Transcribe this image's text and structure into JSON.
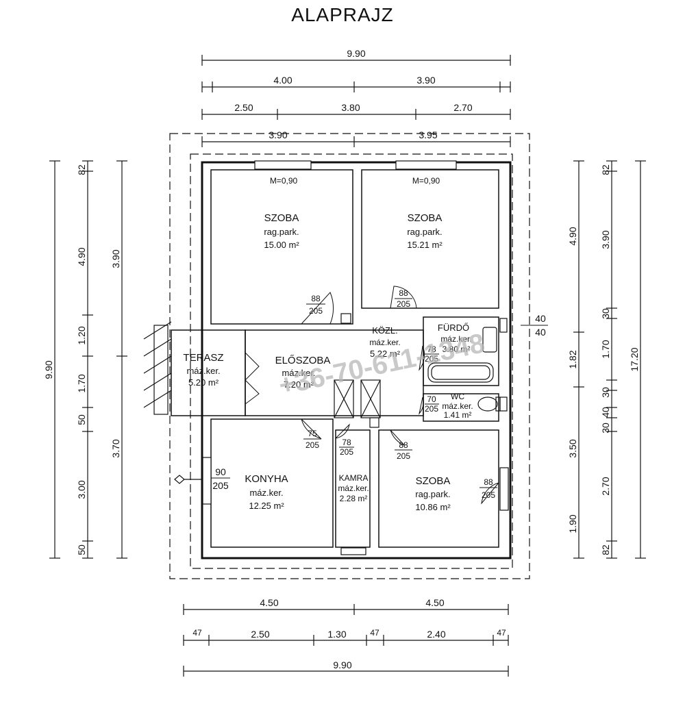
{
  "title": "ALAPRAJZ",
  "dims_top": {
    "total": "9.90",
    "row2": [
      "4.00",
      "3.90"
    ],
    "row3": [
      "2.50",
      "3.80",
      "2.70"
    ],
    "row4": [
      "3.90",
      "3.95"
    ]
  },
  "dims_left": {
    "chain": [
      "82",
      "4.90",
      "1.20",
      "1.70",
      "50",
      "3.00",
      "50"
    ],
    "mid": [
      "3.90",
      "3.70"
    ],
    "total": "9.90"
  },
  "dims_right": {
    "inner": [
      "82",
      "3.90",
      "30",
      "1.70",
      "30",
      "40",
      "30",
      "2.70",
      "82"
    ],
    "mid": [
      "4.90",
      "1.82",
      "3.50",
      "1.90"
    ],
    "total": "17.20"
  },
  "dims_bottom": {
    "row1": [
      "4.50",
      "4.50"
    ],
    "row2": [
      "47",
      "2.50",
      "1.30",
      "47",
      "2.40",
      "47"
    ],
    "total": "9.90"
  },
  "rooms": {
    "szoba1": {
      "name": "SZOBA",
      "floor": "rag.park.",
      "area": "15.00 m²",
      "window": "M=0,90"
    },
    "szoba2": {
      "name": "SZOBA",
      "floor": "rag.park.",
      "area": "15.21 m²",
      "window": "M=0,90"
    },
    "terasz": {
      "name": "TERASZ",
      "floor": "máz.ker.",
      "area": "5.20 m²"
    },
    "eloszoba": {
      "name": "ELŐSZOBA",
      "floor": "máz.ker.",
      "area": "7.20 m²"
    },
    "kozl": {
      "name": "KÖZL.",
      "floor": "máz.ker.",
      "area": "5.22 m²"
    },
    "furdo": {
      "name": "FÜRDŐ",
      "floor": "máz.ker.",
      "area": "3.80 m²"
    },
    "wc": {
      "name": "WC",
      "floor": "máz.ker.",
      "area": "1.41 m²"
    },
    "konyha": {
      "name": "KONYHA",
      "floor": "máz.ker.",
      "area": "12.25 m²"
    },
    "kamra": {
      "name": "KAMRA",
      "floor": "máz.ker.",
      "area": "2.28 m²"
    },
    "szoba3": {
      "name": "SZOBA",
      "floor": "rag.park.",
      "area": "10.86 m²"
    }
  },
  "doors": {
    "d1": [
      "88",
      "205"
    ],
    "d2": [
      "88",
      "205"
    ],
    "d3": [
      "78",
      "205"
    ],
    "d4": [
      "70",
      "205"
    ],
    "d5": [
      "75",
      "205"
    ],
    "d6": [
      "78",
      "205"
    ],
    "d7": [
      "88",
      "205"
    ],
    "d8": [
      "88",
      "205"
    ],
    "d9": [
      "90",
      "205"
    ],
    "d10": [
      "40",
      "40"
    ]
  },
  "watermark": "+36-70-611-1348"
}
